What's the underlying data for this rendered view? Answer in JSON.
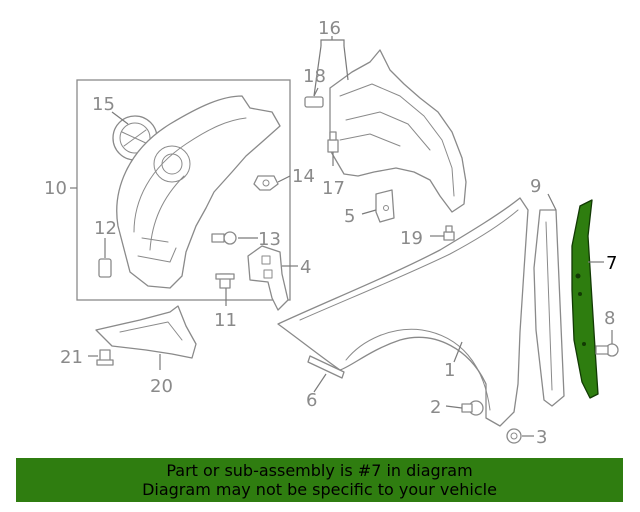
{
  "callouts": {
    "c1": "1",
    "c2": "2",
    "c3": "3",
    "c4": "4",
    "c5": "5",
    "c6": "6",
    "c7": "7",
    "c8": "8",
    "c9": "9",
    "c10": "10",
    "c11": "11",
    "c12": "12",
    "c13": "13",
    "c14": "14",
    "c15": "15",
    "c16": "16",
    "c17": "17",
    "c18": "18",
    "c19": "19",
    "c20": "20",
    "c21": "21"
  },
  "highlighted_part": "7",
  "colors": {
    "highlight_fill": "#2e7d0f",
    "banner_bg": "#2f7d10",
    "line": "#8a8a8a"
  },
  "footer": {
    "line1": "Part or sub-assembly is #7 in diagram",
    "line2": "Diagram may not be specific to your vehicle"
  }
}
